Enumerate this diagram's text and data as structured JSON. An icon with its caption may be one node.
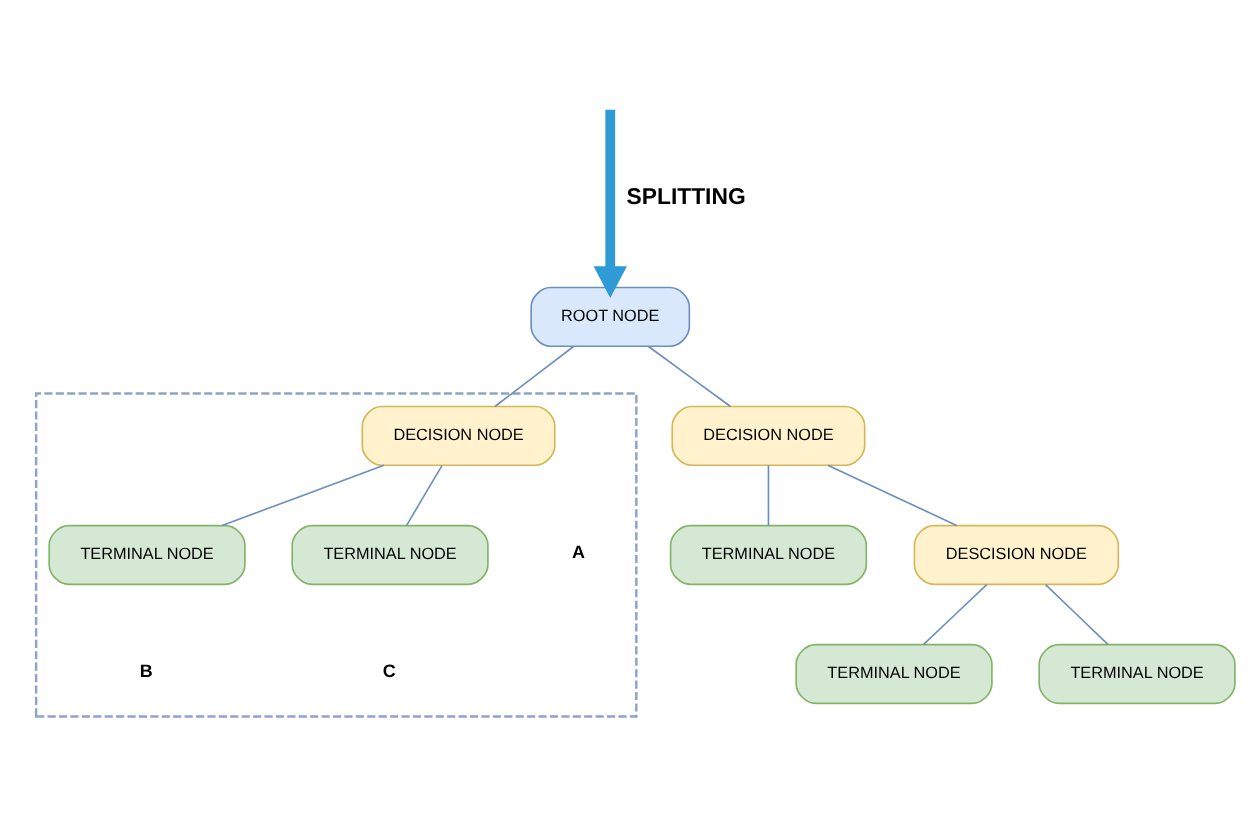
{
  "diagram": {
    "nodes": [
      {
        "text": [
          "ROOT NODE"
        ]
      },
      {
        "text": [
          "DECISION NODE"
        ]
      },
      {
        "text": [],
        "shape": "box"
      },
      {
        "text": [
          "DECISION NODE"
        ],
        "in": 2
      },
      {
        "text": [
          "TERMINAL NODE"
        ],
        "in": 2
      },
      {
        "text": [
          "TERMINAL NODE"
        ],
        "in": 2
      },
      {
        "text": [
          "TERMINAL NODE"
        ]
      },
      {
        "text": [
          "DESCISION NODE"
        ]
      },
      {
        "text": [
          "TERMINAL NODE"
        ]
      },
      {
        "text": [
          "TERMINAL NODE"
        ]
      }
    ],
    "edges": [
      {
        "from": null,
        "to": 0,
        "arrow": "to",
        "label": "SPLITTING",
        "style": "thick",
        "color": "#2e9bd6"
      },
      {
        "from": 0,
        "to": 1,
        "arrow": "none"
      },
      {
        "from": 0,
        "to": 3,
        "arrow": "none"
      },
      {
        "from": 3,
        "to": 4,
        "arrow": "none"
      },
      {
        "from": 3,
        "to": 5,
        "arrow": "none"
      },
      {
        "from": 1,
        "to": 6,
        "arrow": "none"
      },
      {
        "from": 1,
        "to": 7,
        "arrow": "none"
      },
      {
        "from": 7,
        "to": 8,
        "arrow": "none"
      },
      {
        "from": 7,
        "to": 9,
        "arrow": "none"
      }
    ],
    "labels": [
      "A",
      "B",
      "C"
    ]
  }
}
